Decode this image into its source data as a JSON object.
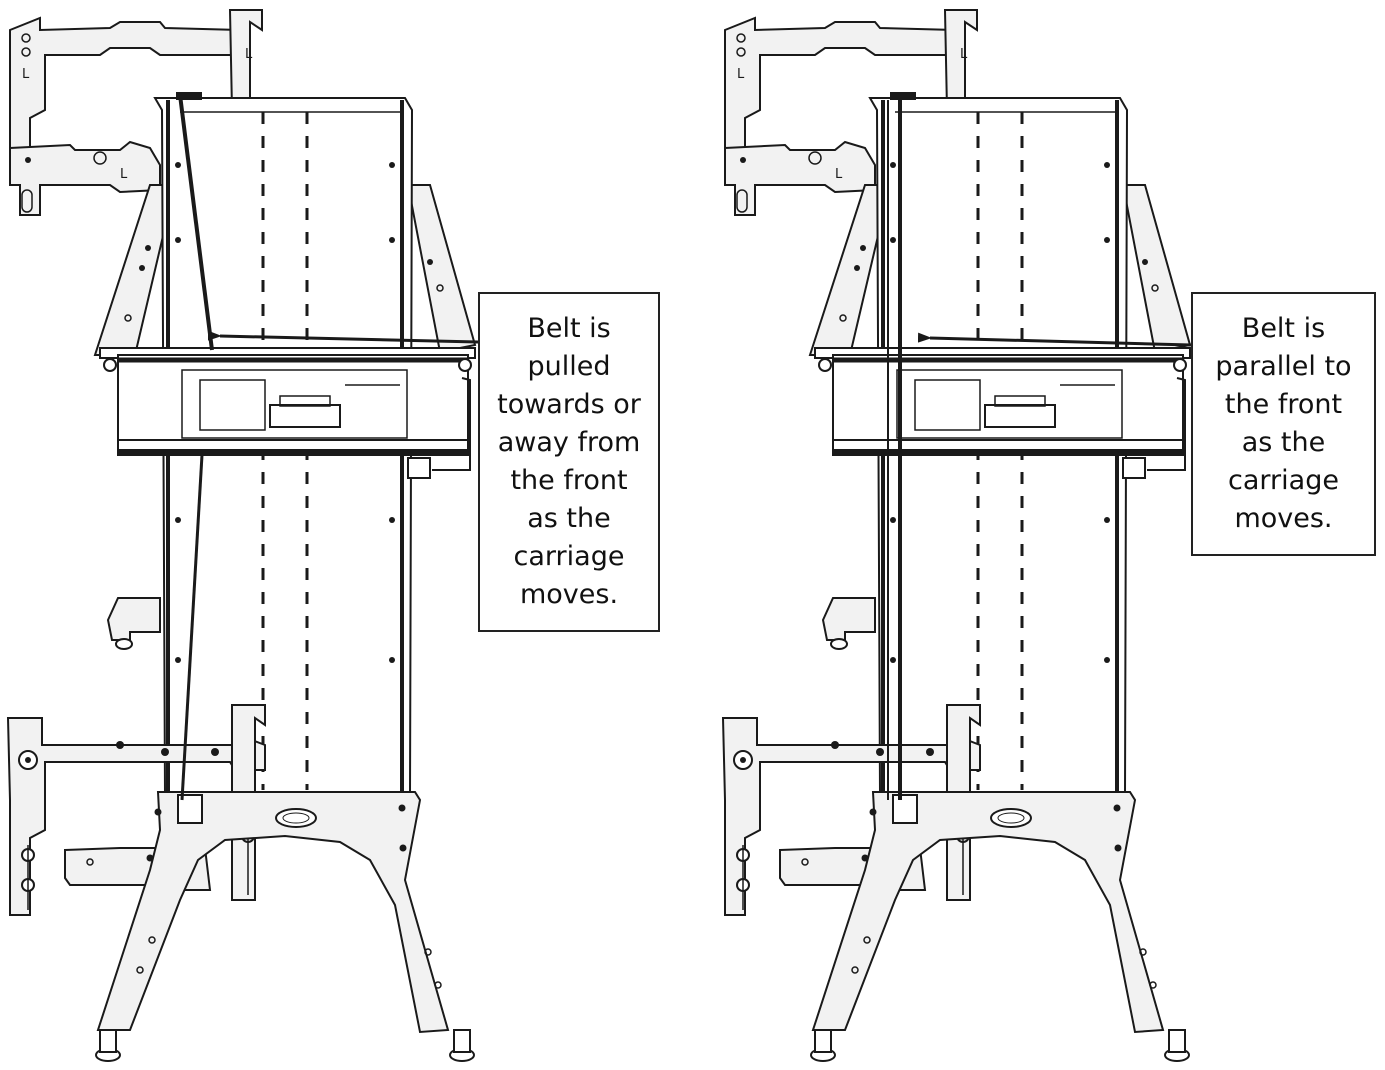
{
  "figure": {
    "left_panel": {
      "callout": "Belt is\npulled\ntowards or\naway from\nthe front\nas the\ncarriage\nmoves.",
      "frame_letters": [
        "L",
        "L",
        "L"
      ]
    },
    "right_panel": {
      "callout": "Belt is\nparallel to\nthe front\nas the\ncarriage\nmoves.",
      "frame_letters": [
        "L",
        "L",
        "L"
      ]
    }
  },
  "colors": {
    "line": "#1a1a1a",
    "frame_fill": "#f2f2f2",
    "carriage_fill": "#ffffff"
  }
}
